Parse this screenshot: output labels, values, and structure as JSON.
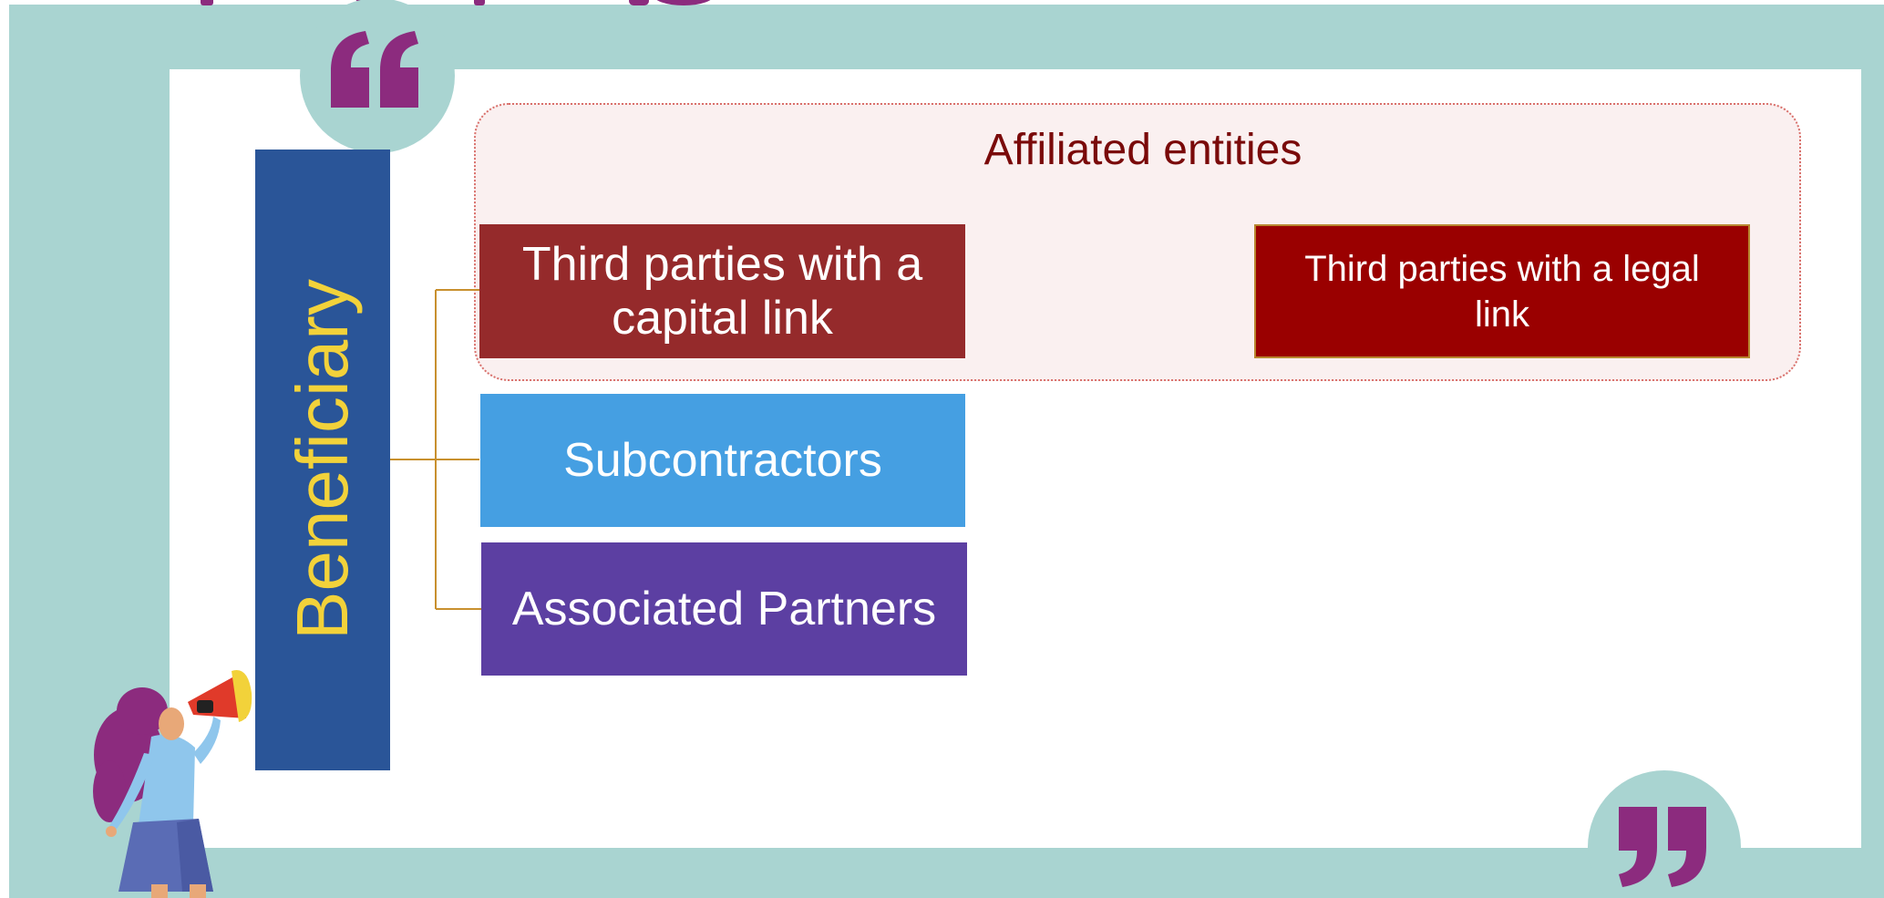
{
  "colors": {
    "background_teal": "#a9d4d1",
    "quote_purple": "#8c2b7e",
    "beneficiary_bar": "#2a5598",
    "beneficiary_text": "#f2d23a",
    "affiliated_title": "#7a0a0a",
    "capital_link_box": "#952a2b",
    "legal_link_box": "#9a0000",
    "subcontractors_box": "#459fe2",
    "associated_partners_box": "#5c3fa2",
    "connector": "#c8902e"
  },
  "icons": {
    "open_quote": "quote-open-icon",
    "close_quote": "quote-close-icon",
    "illustration": "woman-with-megaphone-icon"
  },
  "diagram": {
    "root": "Beneficiary",
    "group_title": "Affiliated entities",
    "children": {
      "capital_link": "Third parties with a capital link",
      "legal_link": "Third parties with a legal link",
      "subcontractors": "Subcontractors",
      "associated_partners": "Associated Partners"
    }
  }
}
